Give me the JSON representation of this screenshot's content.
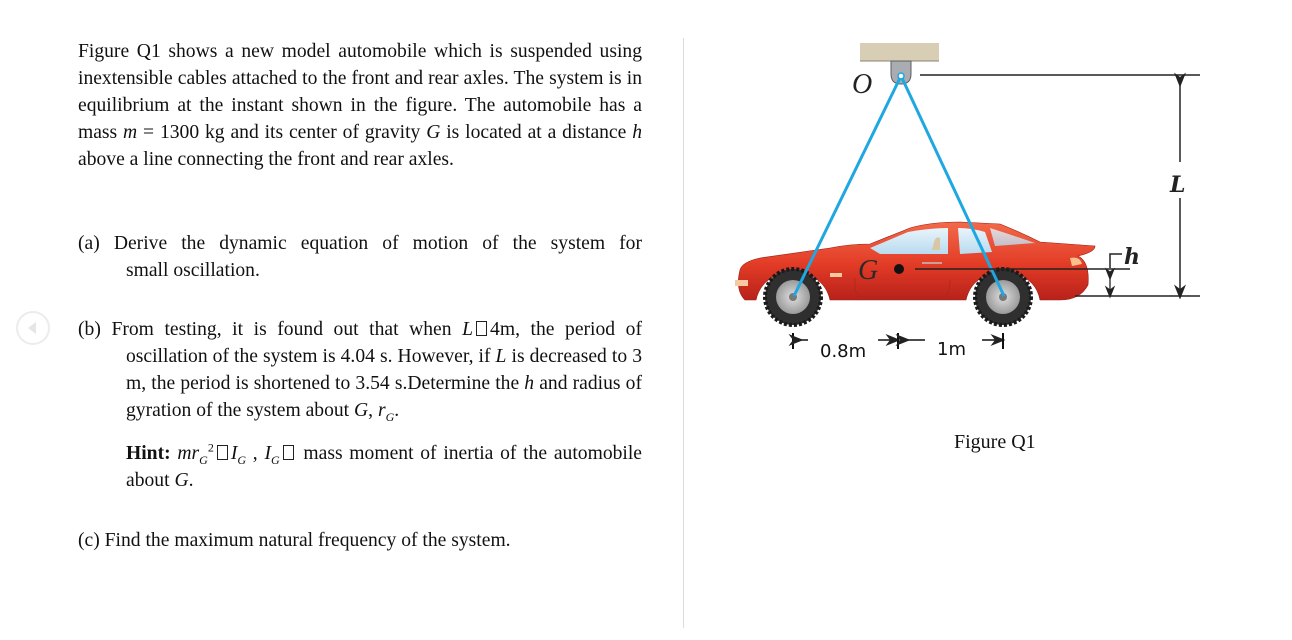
{
  "problem": {
    "intro": "Figure Q1 shows a new model automobile which is suspended using inextensible cables attached to the front and rear axles. The system is in equilibrium at the instant shown in the figure. The automobile has a mass",
    "intro_var_m": "m",
    "intro_eq": " = 1300 kg and its center of gravity",
    "intro_var_G": "G",
    "intro_mid": " is located at a distance ",
    "intro_var_h": "h",
    "intro_end": " above a line connecting the front and rear axles.",
    "part_a": {
      "label": "(a)",
      "line1": "Derive the dynamic equation of motion of the system for",
      "line2": "small oscillation."
    },
    "part_b": {
      "label": "(b)",
      "line1_pre": "From testing, it is found out that when ",
      "line1_var": "L",
      "line1_post": "4m, the period of",
      "cont_pre": "oscillation of the system is 4.04 s. However, if ",
      "cont_var_L": "L",
      "cont_mid": " is decreased to 3 m, the period is shortened to 3.54 s.Determine the ",
      "cont_var_h": "h",
      "cont_mid2": " and radius of gyration of the system about ",
      "cont_var_G": "G",
      "cont_sep": ", ",
      "cont_var_r": "r",
      "cont_sub": "G",
      "cont_end": "."
    },
    "hint": {
      "label": "Hint:",
      "var_mr": "mr",
      "sub_G": "G",
      "sup_2": "2",
      "var_I": "I",
      "sub_G2": "G",
      "sep": " , ",
      "var_I2": "I",
      "sub_G3": "G",
      "text": " mass moment of inertia of the automobile about ",
      "var_G": "G",
      "end": "."
    },
    "part_c": {
      "label": "(c)",
      "text": "Find the maximum natural frequency of the system."
    }
  },
  "figure": {
    "caption": "Figure Q1",
    "pivot_label": "O",
    "cg_label": "G",
    "length_label": "L",
    "height_label": "h",
    "dim_front": "0.8m",
    "dim_rear": "1m",
    "colors": {
      "cable": "#1ea7e1",
      "car_body": "#e0402a",
      "ceiling": "#d8cdb5",
      "dimension_lines": "#222222"
    }
  },
  "nav": {
    "prev_icon": "chevron-left-icon"
  }
}
